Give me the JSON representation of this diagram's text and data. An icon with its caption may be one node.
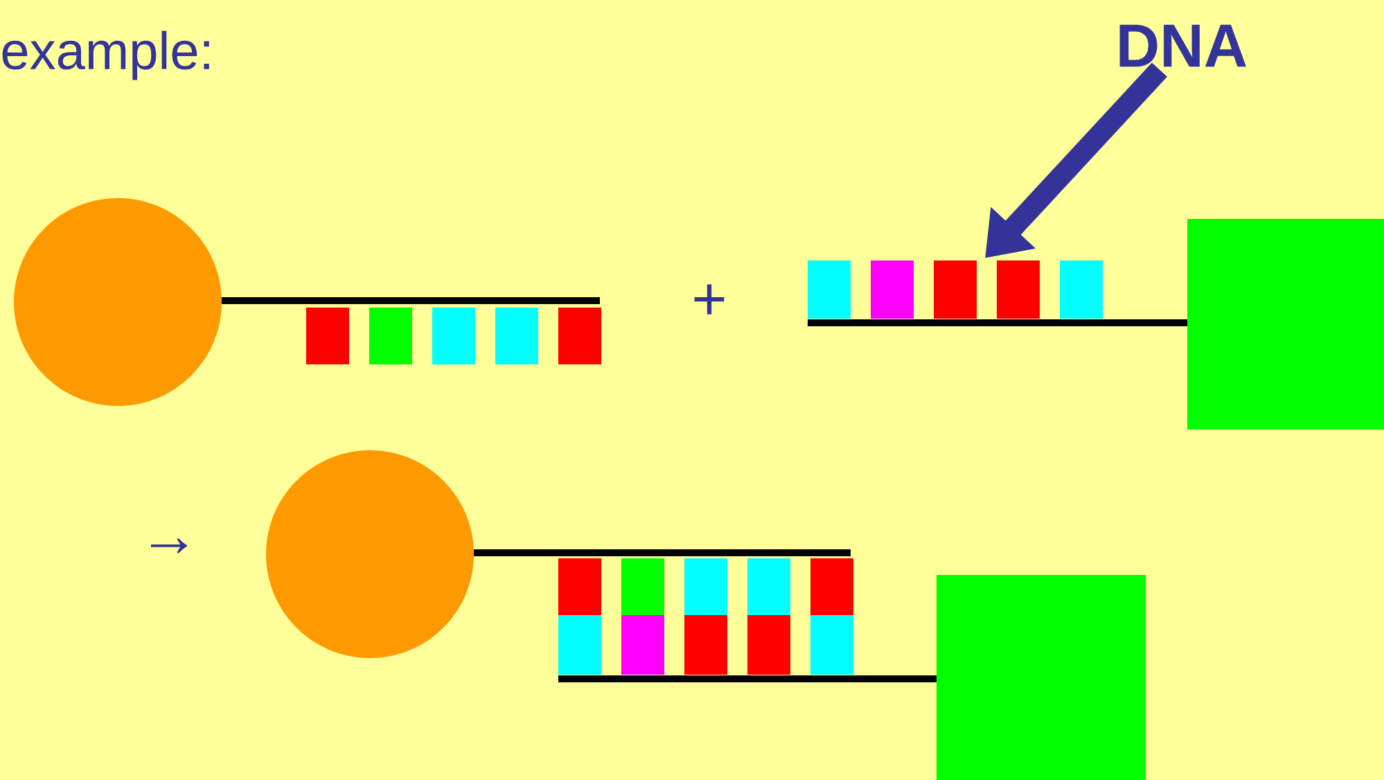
{
  "diagram": {
    "nodes": [
      {
        "text": [
          "DNA"
        ]
      },
      {
        "text": [],
        "shape": "bar"
      }
    ],
    "edges": [
      {
        "from": 0,
        "to": 1,
        "arrow": "to"
      }
    ],
    "labels": [
      "example:",
      "+",
      "→"
    ]
  }
}
